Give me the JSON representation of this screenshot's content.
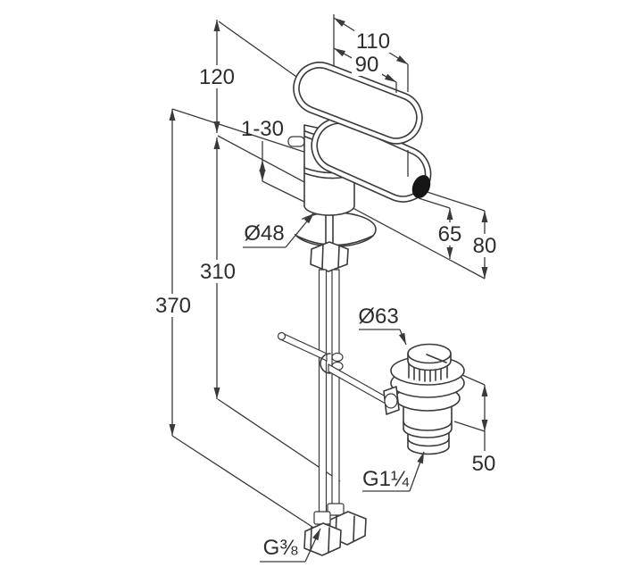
{
  "drawing": {
    "type": "technical-dimension-drawing",
    "subject": "single-lever bidet mixer with pop-up waste set",
    "colors": {
      "line": "#3a3a3a",
      "text": "#2d2d2d",
      "background": "#ffffff"
    },
    "labels": {
      "dim_120": "120",
      "dim_110": "110",
      "dim_90": "90",
      "dim_1_30": "1-30",
      "dia_body": "Ø48",
      "dim_65": "65",
      "dim_80": "80",
      "dim_310": "310",
      "dim_370": "370",
      "dia_drain": "Ø63",
      "dim_50": "50",
      "thread_drain": "G1¼",
      "thread_supply": "G⅜"
    }
  }
}
